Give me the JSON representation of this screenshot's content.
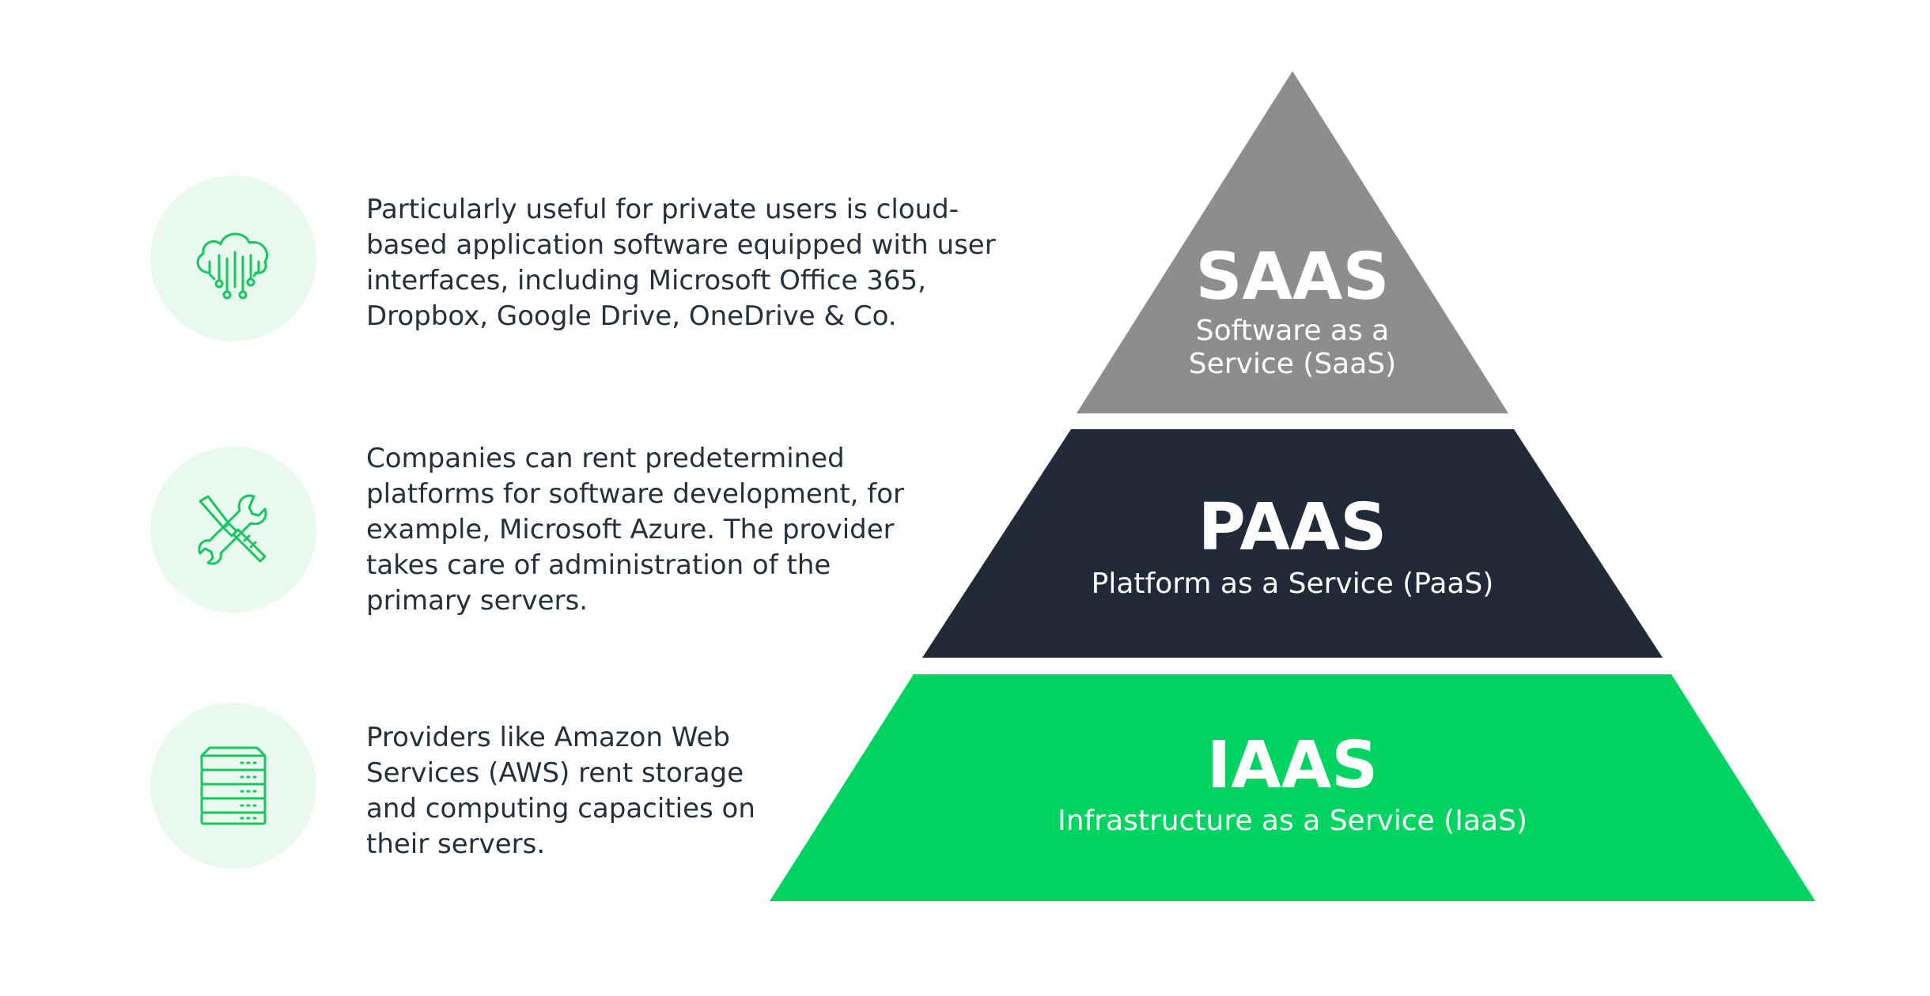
{
  "rows": [
    {
      "icon": "cloud-circuit-icon",
      "text": "Particularly useful for private users is cloud-\nbased application software equipped with user\ninterfaces, including Microsoft Office 365,\nDropbox, Google Drive, OneDrive & Co."
    },
    {
      "icon": "wrench-screwdriver-icon",
      "text": "Companies can rent predetermined\nplatforms for software development, for\nexample, Microsoft Azure. The provider\ntakes care of administration of the\nprimary servers."
    },
    {
      "icon": "server-rack-icon",
      "text": "Providers like Amazon Web\nServices (AWS) rent storage\nand computing capacities on\ntheir servers."
    }
  ],
  "pyramid": {
    "saas": {
      "title": "SAAS",
      "subtitle_line1": "Software as a",
      "subtitle_line2": "Service (SaaS)",
      "color": "#8d8d8d"
    },
    "paas": {
      "title": "PAAS",
      "subtitle": "Platform as a Service (PaaS)",
      "color": "#212a38"
    },
    "iaas": {
      "title": "IAAS",
      "subtitle": "Infrastructure as a Service (IaaS)",
      "color": "#00d460"
    }
  },
  "colors": {
    "icon_green": "#16c65e",
    "icon_bg": "#eaf9ef",
    "text": "#25303d"
  }
}
